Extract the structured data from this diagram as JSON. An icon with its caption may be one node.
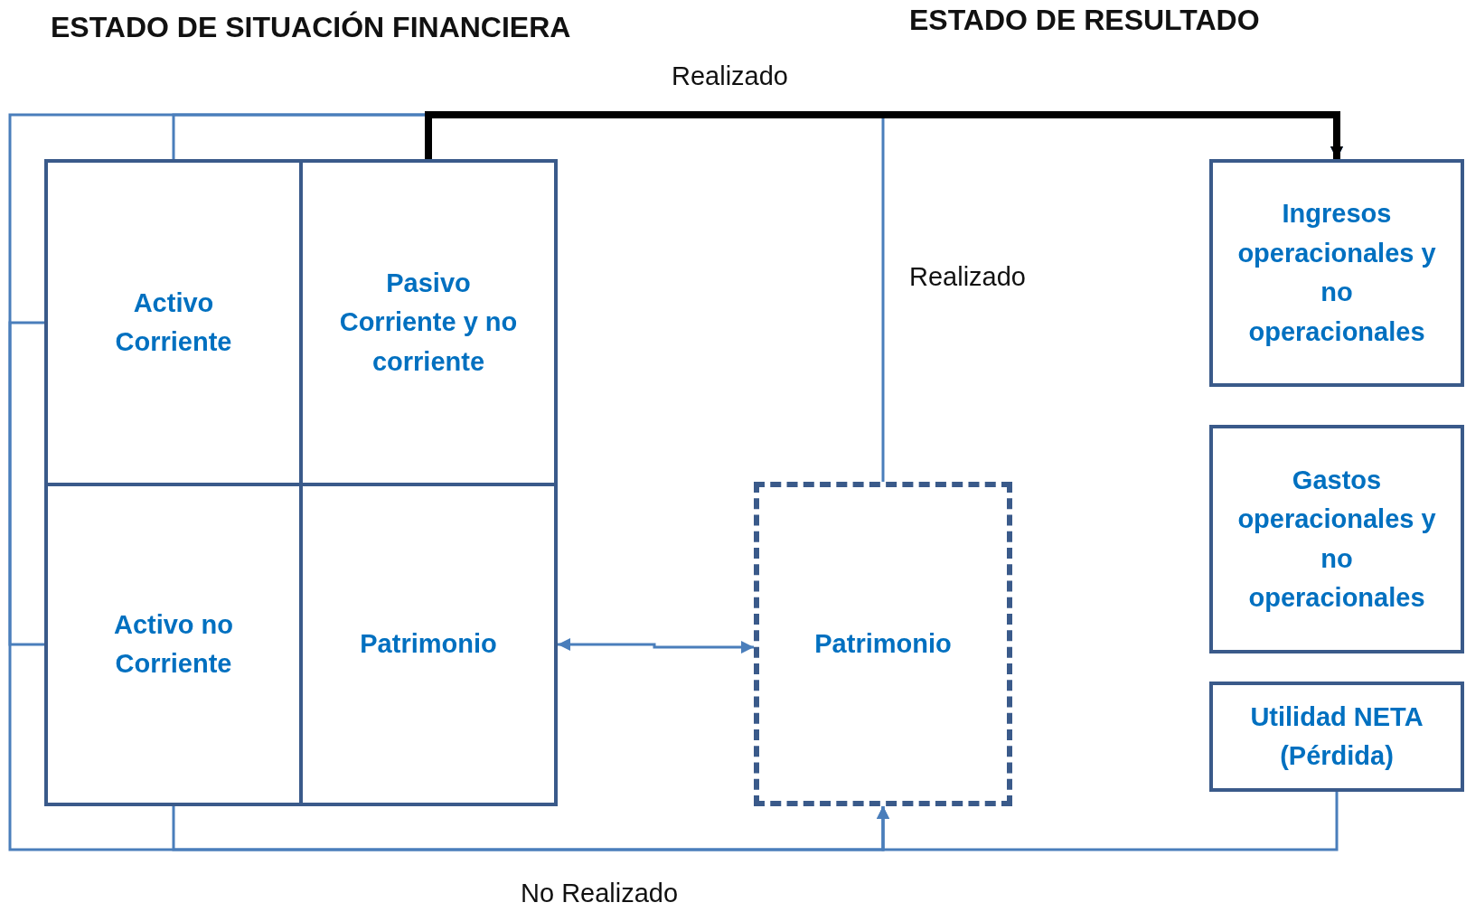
{
  "diagram": {
    "title": "ESTADO DE SITUACIÓN FINANCIERA",
    "nodes": [
      {
        "text": [
          "Activo Corriente"
        ]
      },
      {
        "text": [
          "Pasivo Corriente y no corriente"
        ]
      },
      {
        "text": [
          "Activo no Corriente"
        ]
      },
      {
        "text": [
          "Patrimonio"
        ]
      },
      {
        "text": [
          "Patrimonio"
        ]
      },
      {
        "text": [
          "Ingresos operacionales y no operacionales"
        ]
      },
      {
        "text": [
          "Gastos operacionales y no operacionales"
        ]
      },
      {
        "text": [
          "Utilidad NETA (Pérdida)"
        ]
      }
    ],
    "edges": [
      {
        "from": 1,
        "to": 5,
        "arrow": "to",
        "label": "Realizado",
        "style": "thick",
        "color": "#000000"
      },
      {
        "from": 4,
        "to": 5,
        "arrow": "to",
        "label": "Realizado"
      },
      {
        "from": 0,
        "to": 5,
        "arrow": "to"
      },
      {
        "from": 0,
        "to": 4,
        "arrow": "to"
      },
      {
        "from": 2,
        "to": 5,
        "arrow": "to"
      },
      {
        "from": 2,
        "to": 4,
        "arrow": "to",
        "label": "No Realizado"
      },
      {
        "from": 7,
        "to": 4,
        "arrow": "to"
      },
      {
        "from": 3,
        "to": 4,
        "arrow": "both"
      }
    ],
    "labels": [
      "ESTADO DE RESULTADO"
    ]
  }
}
